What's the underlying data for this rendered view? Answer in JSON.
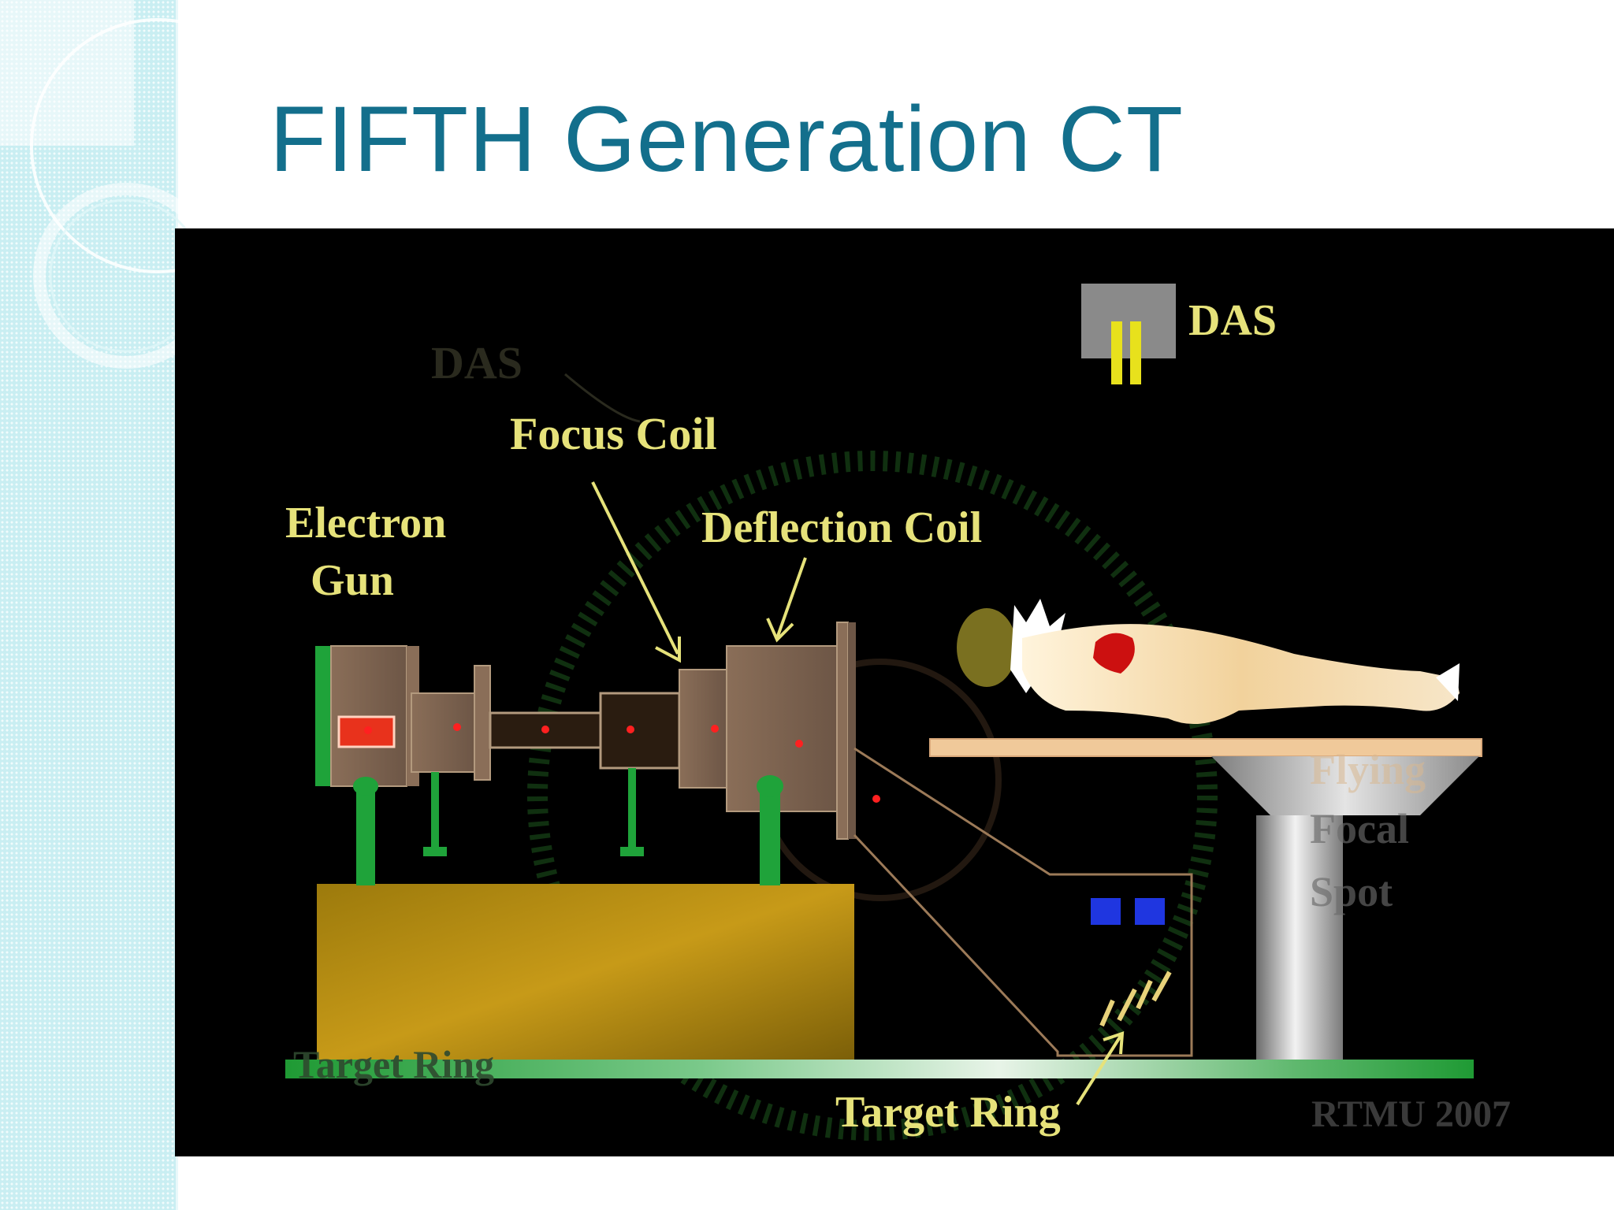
{
  "slide": {
    "title": "FIFTH Generation CT"
  },
  "diagram": {
    "labels": {
      "das_top": "DAS",
      "das_ghost": "DAS",
      "focus_coil": "Focus Coil",
      "electron_gun_line1": "Electron",
      "electron_gun_line2": "Gun",
      "deflection_coil": "Deflection Coil",
      "target_ring": "Target Ring",
      "target_ring_ghost": "Target Ring",
      "focal_spot_line1": "Flying",
      "focal_spot_line2": "Focal",
      "focal_spot_line3": "Spot",
      "credit": "RTMU 2007"
    },
    "colors": {
      "label_yellow": "#e6e27a",
      "coil_brown": "#7a6250",
      "support_green": "#1fa33a",
      "base_gold": "#b28a12",
      "beam_red": "#d61f1f",
      "detector_blue": "#1f36e0",
      "table_tan": "#f0c99a",
      "title_blue": "#136f8c"
    }
  }
}
